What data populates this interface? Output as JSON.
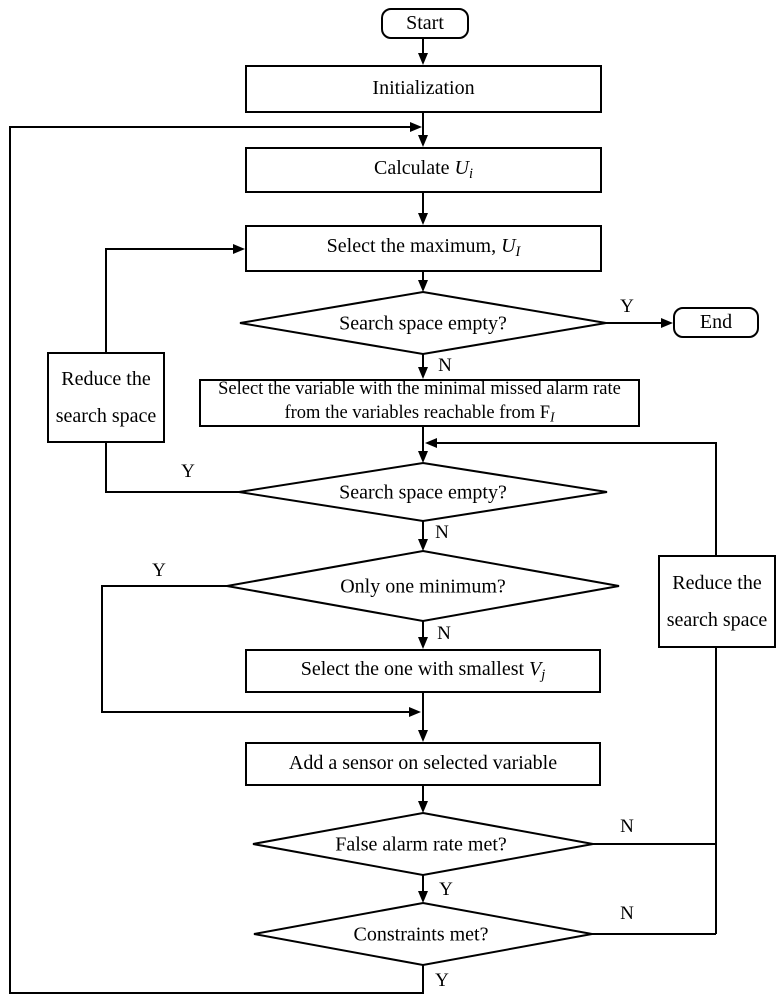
{
  "colors": {
    "stroke": "#000000",
    "background": "#ffffff"
  },
  "nodes": {
    "start": {
      "label": "Start"
    },
    "end": {
      "label": "End"
    },
    "init": {
      "label": "Initialization"
    },
    "calculate": {
      "pre": "Calculate ",
      "var": "U",
      "sub": "i"
    },
    "select_max": {
      "pre": "Select the maximum, ",
      "var": "U",
      "sub": "I"
    },
    "search_empty_1": {
      "label": "Search space empty?"
    },
    "select_variable": {
      "line1": "Select the variable with the minimal missed alarm rate",
      "line2_pre": "from the variables reachable from ",
      "line2_var": "F",
      "line2_sub": "I"
    },
    "search_empty_2": {
      "label": "Search space empty?"
    },
    "only_one_min": {
      "label": "Only one minimum?"
    },
    "select_smallest": {
      "pre": "Select the one with smallest ",
      "var": "V",
      "sub": "j"
    },
    "add_sensor": {
      "label": "Add a sensor on selected variable"
    },
    "false_alarm": {
      "label": "False alarm rate met?"
    },
    "constraints": {
      "label": "Constraints met?"
    },
    "reduce_left": {
      "line1": "Reduce the",
      "line2": "search space"
    },
    "reduce_right": {
      "line1": "Reduce the",
      "line2": "search space"
    }
  },
  "branch_labels": {
    "search1_yes": "Y",
    "search1_no": "N",
    "search2_yes": "Y",
    "search2_no": "N",
    "only_one_yes": "Y",
    "only_one_no": "N",
    "false_alarm_no": "N",
    "false_alarm_yes": "Y",
    "constraints_no": "N",
    "constraints_yes": "Y"
  }
}
